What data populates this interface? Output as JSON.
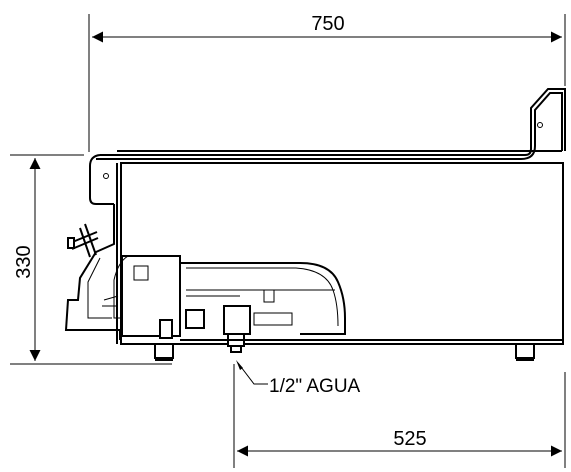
{
  "dimensions": {
    "overall_width": "750",
    "height": "330",
    "water_connection_offset": "525"
  },
  "callouts": {
    "water_inlet": "1/2\" AGUA"
  }
}
